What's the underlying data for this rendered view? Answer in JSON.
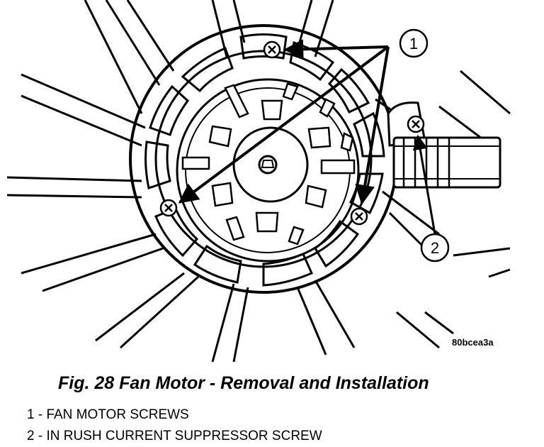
{
  "figure": {
    "callouts": [
      "1",
      "2"
    ],
    "image_code": "80bcea3a",
    "caption": "Fig. 28 Fan Motor - Removal and Installation",
    "legend": [
      "1 - FAN MOTOR SCREWS",
      "2 - IN RUSH CURRENT SUPPRESSOR SCREW"
    ]
  }
}
